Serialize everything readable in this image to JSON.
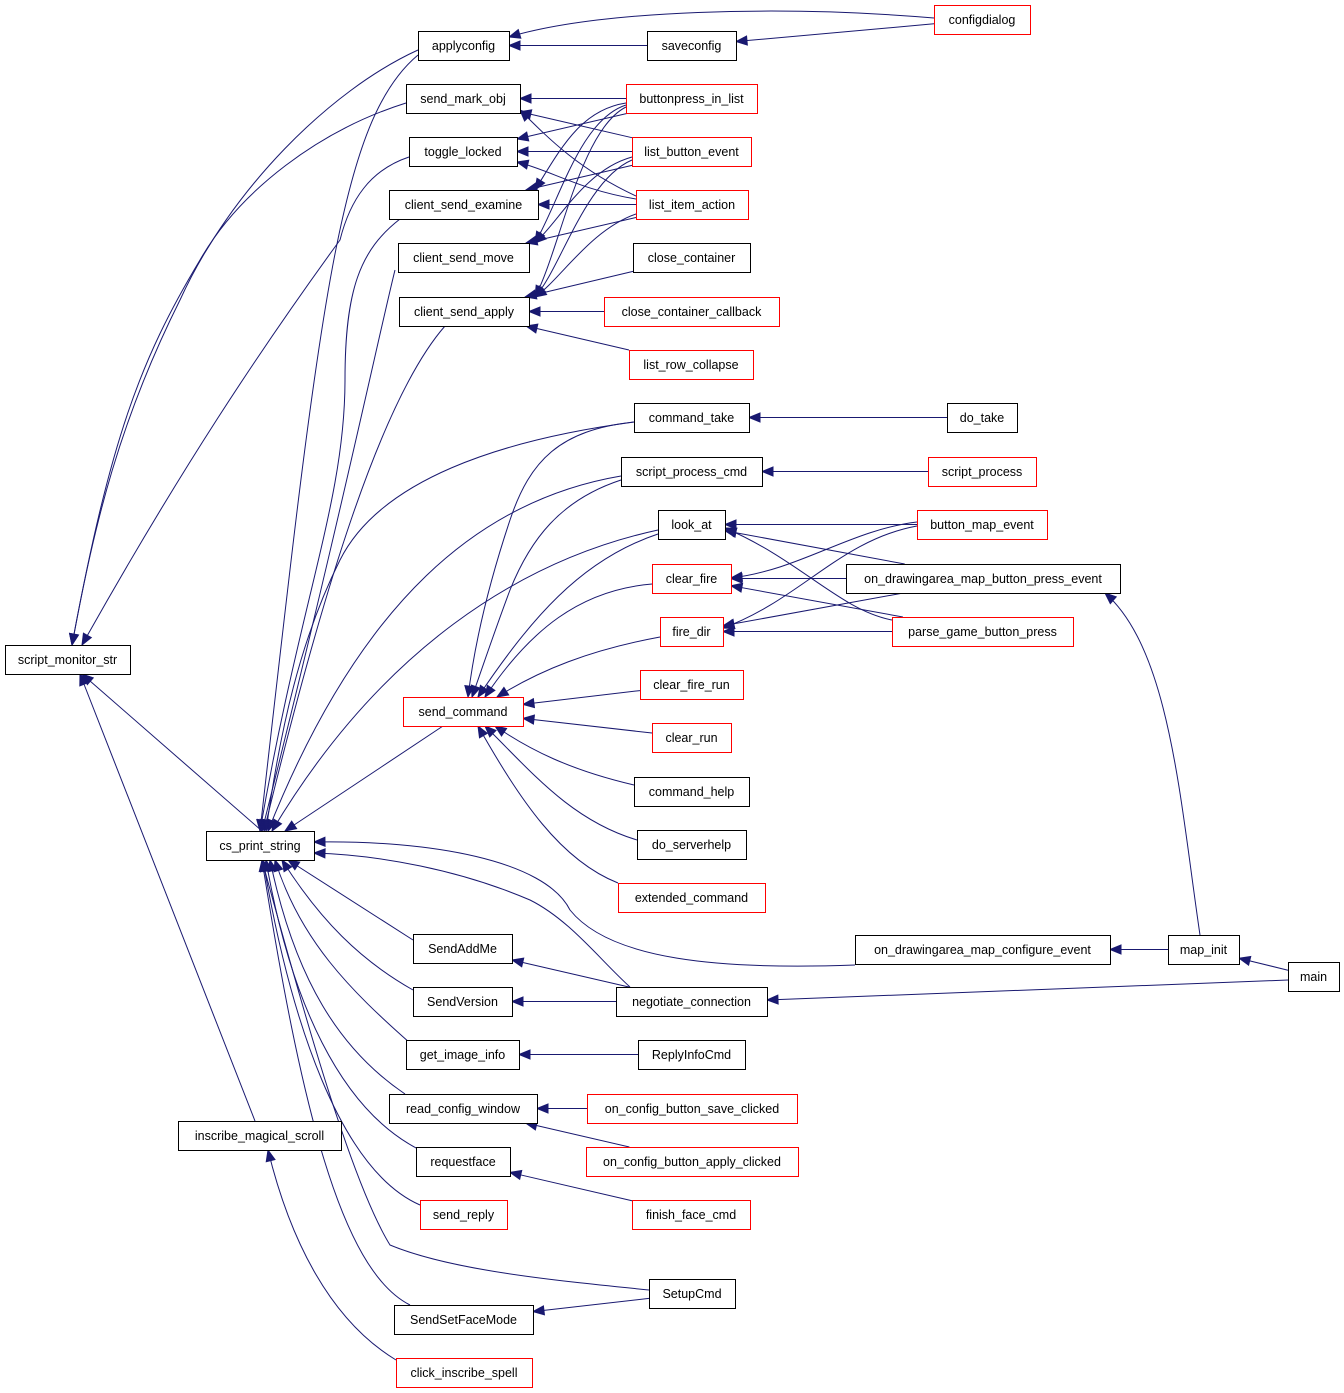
{
  "diagram": {
    "colors": {
      "edge": "#191970",
      "border_black": "#000000",
      "border_red": "#ff0000",
      "focus_fill": "#bfbfbf",
      "background": "#ffffff"
    },
    "nodes": [
      {
        "id": "script_monitor_str",
        "label": "script_monitor_str",
        "border": "black",
        "focus": true
      },
      {
        "id": "applyconfig",
        "label": "applyconfig",
        "border": "black"
      },
      {
        "id": "send_mark_obj",
        "label": "send_mark_obj",
        "border": "black"
      },
      {
        "id": "toggle_locked",
        "label": "toggle_locked",
        "border": "black"
      },
      {
        "id": "client_send_examine",
        "label": "client_send_examine",
        "border": "black"
      },
      {
        "id": "client_send_move",
        "label": "client_send_move",
        "border": "black"
      },
      {
        "id": "client_send_apply",
        "label": "client_send_apply",
        "border": "black"
      },
      {
        "id": "cs_print_string",
        "label": "cs_print_string",
        "border": "black"
      },
      {
        "id": "inscribe_magical_scroll",
        "label": "inscribe_magical_scroll",
        "border": "black"
      },
      {
        "id": "send_command",
        "label": "send_command",
        "border": "red"
      },
      {
        "id": "SendAddMe",
        "label": "SendAddMe",
        "border": "black"
      },
      {
        "id": "SendVersion",
        "label": "SendVersion",
        "border": "black"
      },
      {
        "id": "get_image_info",
        "label": "get_image_info",
        "border": "black"
      },
      {
        "id": "read_config_window",
        "label": "read_config_window",
        "border": "black"
      },
      {
        "id": "requestface",
        "label": "requestface",
        "border": "black"
      },
      {
        "id": "send_reply",
        "label": "send_reply",
        "border": "red"
      },
      {
        "id": "SendSetFaceMode",
        "label": "SendSetFaceMode",
        "border": "black"
      },
      {
        "id": "click_inscribe_spell",
        "label": "click_inscribe_spell",
        "border": "red"
      },
      {
        "id": "saveconfig",
        "label": "saveconfig",
        "border": "black"
      },
      {
        "id": "configdialog",
        "label": "configdialog",
        "border": "red"
      },
      {
        "id": "buttonpress_in_list",
        "label": "buttonpress_in_list",
        "border": "red"
      },
      {
        "id": "list_button_event",
        "label": "list_button_event",
        "border": "red"
      },
      {
        "id": "list_item_action",
        "label": "list_item_action",
        "border": "red"
      },
      {
        "id": "close_container",
        "label": "close_container",
        "border": "black"
      },
      {
        "id": "close_container_callback",
        "label": "close_container_callback",
        "border": "red"
      },
      {
        "id": "list_row_collapse",
        "label": "list_row_collapse",
        "border": "red"
      },
      {
        "id": "command_take",
        "label": "command_take",
        "border": "black"
      },
      {
        "id": "do_take",
        "label": "do_take",
        "border": "black"
      },
      {
        "id": "script_process_cmd",
        "label": "script_process_cmd",
        "border": "black"
      },
      {
        "id": "script_process",
        "label": "script_process",
        "border": "red"
      },
      {
        "id": "look_at",
        "label": "look_at",
        "border": "black"
      },
      {
        "id": "button_map_event",
        "label": "button_map_event",
        "border": "red"
      },
      {
        "id": "clear_fire",
        "label": "clear_fire",
        "border": "red"
      },
      {
        "id": "on_drawingarea_map_button_press_event",
        "label": "on_drawingarea_map_button_press_event",
        "border": "black"
      },
      {
        "id": "fire_dir",
        "label": "fire_dir",
        "border": "red"
      },
      {
        "id": "parse_game_button_press",
        "label": "parse_game_button_press",
        "border": "red"
      },
      {
        "id": "clear_fire_run",
        "label": "clear_fire_run",
        "border": "red"
      },
      {
        "id": "clear_run",
        "label": "clear_run",
        "border": "red"
      },
      {
        "id": "command_help",
        "label": "command_help",
        "border": "black"
      },
      {
        "id": "do_serverhelp",
        "label": "do_serverhelp",
        "border": "black"
      },
      {
        "id": "extended_command",
        "label": "extended_command",
        "border": "red"
      },
      {
        "id": "on_drawingarea_map_configure_event",
        "label": "on_drawingarea_map_configure_event",
        "border": "black"
      },
      {
        "id": "map_init",
        "label": "map_init",
        "border": "black"
      },
      {
        "id": "main",
        "label": "main",
        "border": "black"
      },
      {
        "id": "negotiate_connection",
        "label": "negotiate_connection",
        "border": "black"
      },
      {
        "id": "ReplyInfoCmd",
        "label": "ReplyInfoCmd",
        "border": "black"
      },
      {
        "id": "on_config_button_save_clicked",
        "label": "on_config_button_save_clicked",
        "border": "red"
      },
      {
        "id": "on_config_button_apply_clicked",
        "label": "on_config_button_apply_clicked",
        "border": "red"
      },
      {
        "id": "finish_face_cmd",
        "label": "finish_face_cmd",
        "border": "red"
      },
      {
        "id": "SetupCmd",
        "label": "SetupCmd",
        "border": "black"
      }
    ],
    "edges": [
      [
        "applyconfig",
        "script_monitor_str"
      ],
      [
        "send_mark_obj",
        "script_monitor_str"
      ],
      [
        "toggle_locked",
        "script_monitor_str"
      ],
      [
        "cs_print_string",
        "script_monitor_str"
      ],
      [
        "inscribe_magical_scroll",
        "script_monitor_str"
      ],
      [
        "configdialog",
        "applyconfig"
      ],
      [
        "saveconfig",
        "applyconfig"
      ],
      [
        "configdialog",
        "saveconfig"
      ],
      [
        "buttonpress_in_list",
        "send_mark_obj"
      ],
      [
        "list_button_event",
        "send_mark_obj"
      ],
      [
        "list_item_action",
        "send_mark_obj"
      ],
      [
        "buttonpress_in_list",
        "toggle_locked"
      ],
      [
        "list_button_event",
        "toggle_locked"
      ],
      [
        "list_item_action",
        "toggle_locked"
      ],
      [
        "buttonpress_in_list",
        "client_send_examine"
      ],
      [
        "list_button_event",
        "client_send_examine"
      ],
      [
        "list_item_action",
        "client_send_examine"
      ],
      [
        "buttonpress_in_list",
        "client_send_move"
      ],
      [
        "list_button_event",
        "client_send_move"
      ],
      [
        "list_item_action",
        "client_send_move"
      ],
      [
        "buttonpress_in_list",
        "client_send_apply"
      ],
      [
        "list_button_event",
        "client_send_apply"
      ],
      [
        "list_item_action",
        "client_send_apply"
      ],
      [
        "close_container",
        "client_send_apply"
      ],
      [
        "close_container_callback",
        "client_send_apply"
      ],
      [
        "list_row_collapse",
        "client_send_apply"
      ],
      [
        "applyconfig",
        "cs_print_string"
      ],
      [
        "client_send_examine",
        "cs_print_string"
      ],
      [
        "client_send_move",
        "cs_print_string"
      ],
      [
        "client_send_apply",
        "cs_print_string"
      ],
      [
        "command_take",
        "cs_print_string"
      ],
      [
        "script_process_cmd",
        "cs_print_string"
      ],
      [
        "look_at",
        "cs_print_string"
      ],
      [
        "send_command",
        "cs_print_string"
      ],
      [
        "SendAddMe",
        "cs_print_string"
      ],
      [
        "SendVersion",
        "cs_print_string"
      ],
      [
        "get_image_info",
        "cs_print_string"
      ],
      [
        "read_config_window",
        "cs_print_string"
      ],
      [
        "requestface",
        "cs_print_string"
      ],
      [
        "send_reply",
        "cs_print_string"
      ],
      [
        "SendSetFaceMode",
        "cs_print_string"
      ],
      [
        "SetupCmd",
        "cs_print_string"
      ],
      [
        "negotiate_connection",
        "cs_print_string"
      ],
      [
        "on_drawingarea_map_configure_event",
        "cs_print_string"
      ],
      [
        "do_take",
        "command_take"
      ],
      [
        "script_process",
        "script_process_cmd"
      ],
      [
        "button_map_event",
        "look_at"
      ],
      [
        "on_drawingarea_map_button_press_event",
        "look_at"
      ],
      [
        "parse_game_button_press",
        "look_at"
      ],
      [
        "button_map_event",
        "clear_fire"
      ],
      [
        "on_drawingarea_map_button_press_event",
        "clear_fire"
      ],
      [
        "parse_game_button_press",
        "clear_fire"
      ],
      [
        "button_map_event",
        "fire_dir"
      ],
      [
        "on_drawingarea_map_button_press_event",
        "fire_dir"
      ],
      [
        "parse_game_button_press",
        "fire_dir"
      ],
      [
        "command_take",
        "send_command"
      ],
      [
        "script_process_cmd",
        "send_command"
      ],
      [
        "look_at",
        "send_command"
      ],
      [
        "clear_fire",
        "send_command"
      ],
      [
        "fire_dir",
        "send_command"
      ],
      [
        "clear_fire_run",
        "send_command"
      ],
      [
        "clear_run",
        "send_command"
      ],
      [
        "command_help",
        "send_command"
      ],
      [
        "do_serverhelp",
        "send_command"
      ],
      [
        "extended_command",
        "send_command"
      ],
      [
        "map_init",
        "on_drawingarea_map_button_press_event"
      ],
      [
        "map_init",
        "on_drawingarea_map_configure_event"
      ],
      [
        "main",
        "map_init"
      ],
      [
        "main",
        "negotiate_connection"
      ],
      [
        "negotiate_connection",
        "SendAddMe"
      ],
      [
        "negotiate_connection",
        "SendVersion"
      ],
      [
        "ReplyInfoCmd",
        "get_image_info"
      ],
      [
        "on_config_button_save_clicked",
        "read_config_window"
      ],
      [
        "on_config_button_apply_clicked",
        "read_config_window"
      ],
      [
        "finish_face_cmd",
        "requestface"
      ],
      [
        "SetupCmd",
        "SendSetFaceMode"
      ],
      [
        "click_inscribe_spell",
        "inscribe_magical_scroll"
      ]
    ]
  }
}
